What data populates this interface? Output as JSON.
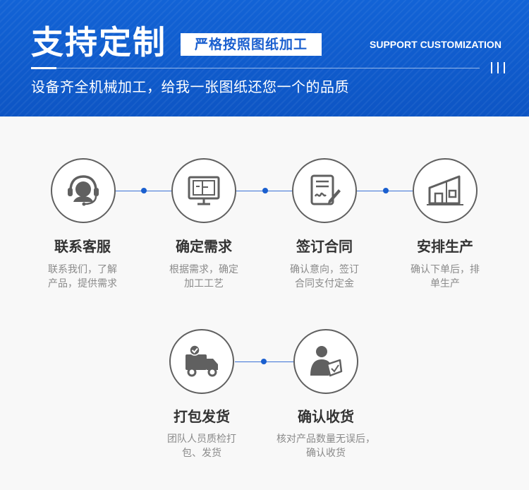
{
  "header": {
    "title": "支持定制",
    "subtitle": "严格按照图纸加工",
    "english": "SUPPORT CUSTOMIZATION",
    "tagline": "设备齐全机械加工，给我一张图纸还您一个的品质"
  },
  "steps": [
    {
      "title": "联系客服",
      "desc_line1": "联系我们，了解",
      "desc_line2": "产品，提供需求",
      "icon": "headset-icon"
    },
    {
      "title": "确定需求",
      "desc_line1": "根据需求，确定",
      "desc_line2": "加工工艺",
      "icon": "monitor-blueprint-icon"
    },
    {
      "title": "签订合同",
      "desc_line1": "确认意向，签订",
      "desc_line2": "合同支付定金",
      "icon": "contract-sign-icon"
    },
    {
      "title": "安排生产",
      "desc_line1": "确认下单后，排",
      "desc_line2": "单生产",
      "icon": "factory-icon"
    },
    {
      "title": "打包发货",
      "desc_line1": "团队人员质检打",
      "desc_line2": "包、发货",
      "icon": "delivery-truck-icon"
    },
    {
      "title": "确认收货",
      "desc_line1": "核对产品数量无误后，",
      "desc_line2": "确认收货",
      "icon": "person-check-icon"
    }
  ],
  "colors": {
    "banner_blue": "#0d55c4",
    "accent_blue": "#1a5fcf",
    "icon_gray": "#606060",
    "title_text": "#333333",
    "desc_text": "#8a8a8a"
  }
}
